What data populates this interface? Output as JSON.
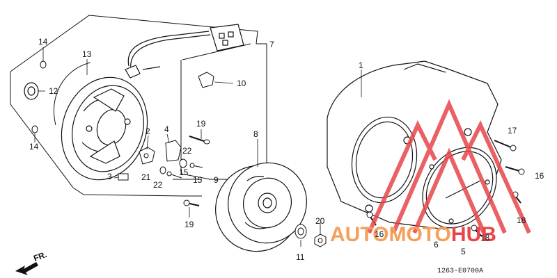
{
  "diagram": {
    "drawing_code": "1263-E0700A",
    "front_marker": "FR.",
    "callouts": {
      "c1": "1",
      "c2": "2",
      "c3": "3",
      "c4": "4",
      "c5": "5",
      "c6": "6",
      "c7": "7",
      "c8": "8",
      "c9": "9",
      "c10": "10",
      "c11": "11",
      "c12": "12",
      "c13": "13",
      "c14a": "14",
      "c14b": "14",
      "c15a": "15",
      "c15b": "15",
      "c16a": "16",
      "c16b": "16",
      "c17": "17",
      "c18a": "18",
      "c18b": "18",
      "c19a": "19",
      "c19b": "19",
      "c20": "20",
      "c21": "21",
      "c22a": "22",
      "c22b": "22"
    }
  },
  "watermark": {
    "word_accent": "AUTO",
    "word_mid": "MOTO",
    "word_end": "HUB",
    "accent_color": "#f5a05a",
    "logo_color": "#e8454a"
  },
  "colors": {
    "line": "#111111",
    "background": "#ffffff"
  }
}
